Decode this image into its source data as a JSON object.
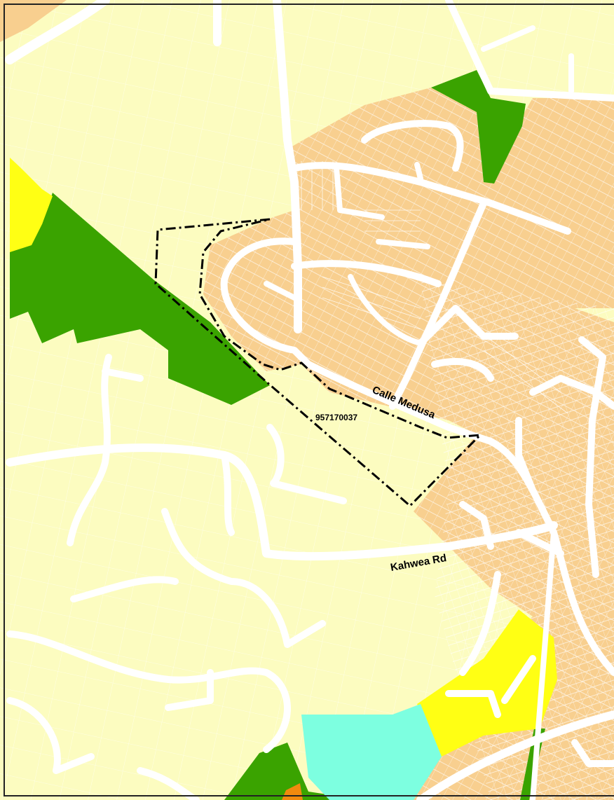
{
  "map": {
    "colors": {
      "rural_residential": "#fcfcc0",
      "low_density_residential": "#f8cf8f",
      "medium_residential": "#ffff14",
      "open_space": "#3aa300",
      "water_recreation": "#7dffe0",
      "commercial": "#f08a0e",
      "road": "#ffffff",
      "frame": "#222222"
    },
    "labels": {
      "street_1": "Calle Medusa",
      "street_2": "Kahwea Rd",
      "parcel": "957170037"
    }
  }
}
